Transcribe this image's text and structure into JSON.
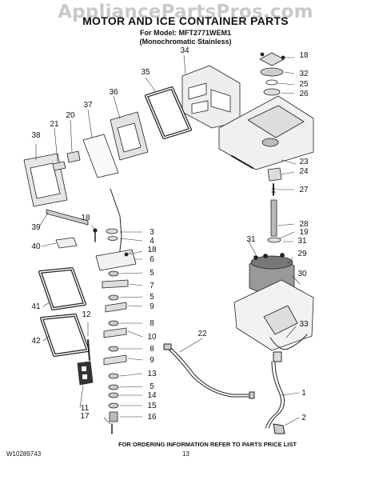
{
  "watermark": "AppliancePartsPros.com",
  "title": "MOTOR AND ICE CONTAINER PARTS",
  "model_line": "For Model: MFT2771WEM1",
  "finish_line": "(Monochromatic Stainless)",
  "footer": {
    "doc_number": "W10289743",
    "page_number": "13",
    "ordering_note": "FOR ORDERING INFORMATION REFER TO PARTS PRICE LIST"
  },
  "callouts": [
    "1",
    "2",
    "3",
    "4",
    "5",
    "6",
    "7",
    "8",
    "9",
    "10",
    "11",
    "12",
    "13",
    "14",
    "15",
    "16",
    "17",
    "18",
    "19",
    "20",
    "21",
    "22",
    "23",
    "24",
    "25",
    "26",
    "27",
    "28",
    "29",
    "30",
    "31",
    "32",
    "33",
    "34",
    "35",
    "36",
    "37",
    "38",
    "39",
    "40",
    "41",
    "42"
  ]
}
